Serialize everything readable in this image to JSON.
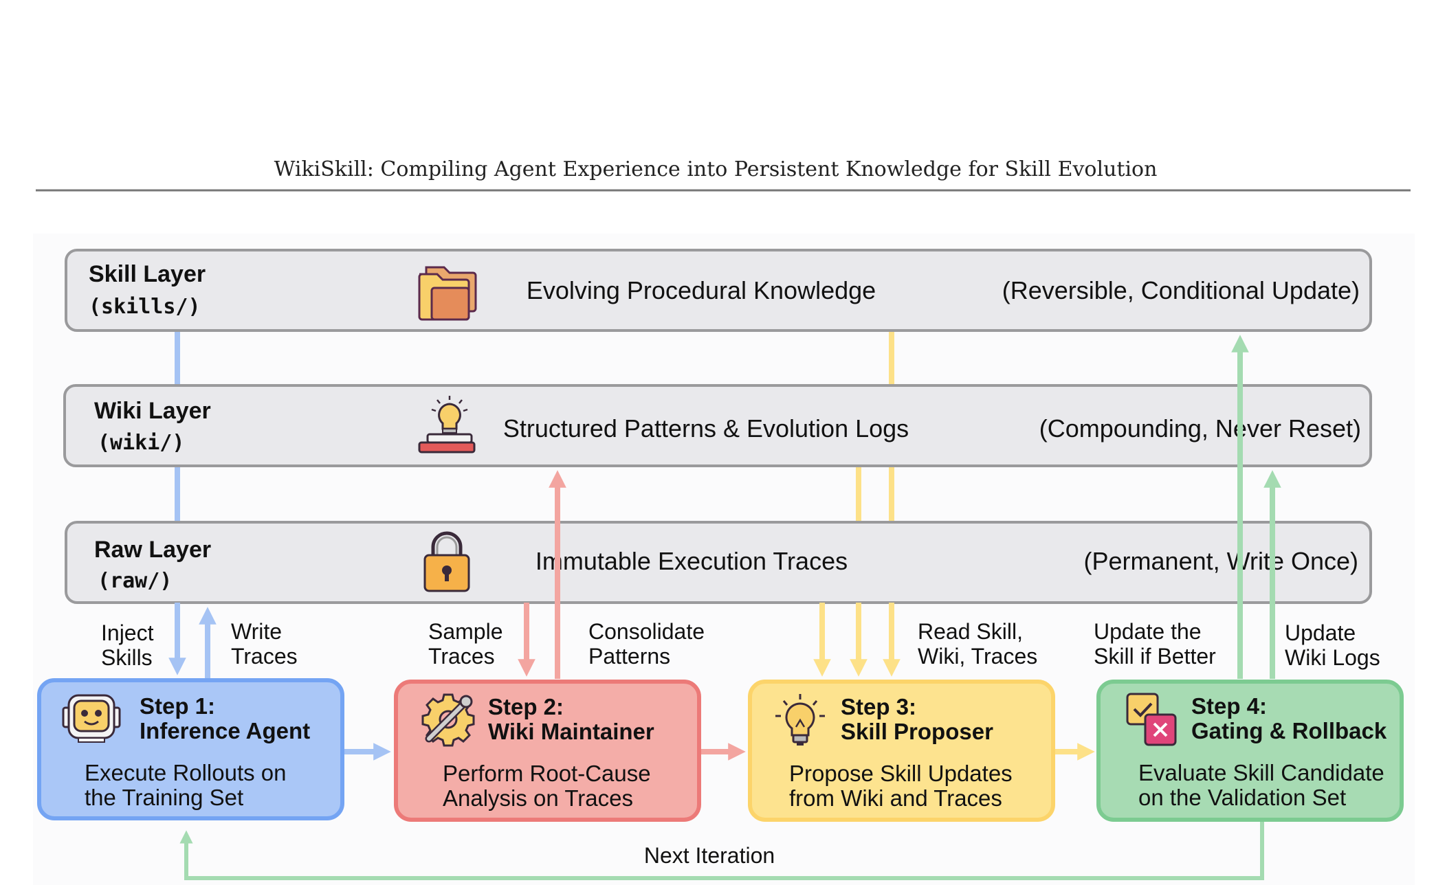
{
  "header": {
    "title": "WikiSkill: Compiling Agent Experience into Persistent Knowledge for Skill Evolution"
  },
  "layers": {
    "skill": {
      "name": "Skill Layer",
      "dir": "(skills/)",
      "description": "Evolving Procedural Knowledge",
      "property": "(Reversible, Conditional Update)",
      "icon": "folder-icon"
    },
    "wiki": {
      "name": "Wiki Layer",
      "dir": "(wiki/)",
      "description": "Structured Patterns & Evolution Logs",
      "property": "(Compounding, Never Reset)",
      "icon": "lightbulb-books-icon"
    },
    "raw": {
      "name": "Raw Layer",
      "dir": "(raw/)",
      "description": "Immutable Execution Traces",
      "property": "(Permanent, Write Once)",
      "icon": "padlock-icon"
    }
  },
  "steps": {
    "s1": {
      "step": "Step 1:",
      "name": "Inference Agent",
      "desc_line1": "Execute Rollouts on",
      "desc_line2": "the Training Set",
      "icon": "robot-icon"
    },
    "s2": {
      "step": "Step 2:",
      "name": "Wiki Maintainer",
      "desc_line1": "Perform Root-Cause",
      "desc_line2": "Analysis on Traces",
      "icon": "gear-wrench-icon"
    },
    "s3": {
      "step": "Step 3:",
      "name": "Skill Proposer",
      "desc_line1": "Propose Skill Updates",
      "desc_line2": "from Wiki and Traces",
      "icon": "lightbulb-icon"
    },
    "s4": {
      "step": "Step 4:",
      "name": "Gating & Rollback",
      "desc_line1": "Evaluate Skill Candidate",
      "desc_line2": "on the Validation Set",
      "icon": "checkbox-cross-icon"
    }
  },
  "edge_labels": {
    "inject_1": "Inject",
    "inject_2": "Skills",
    "write_1": "Write",
    "write_2": "Traces",
    "sample_1": "Sample",
    "sample_2": "Traces",
    "consolidate_1": "Consolidate",
    "consolidate_2": "Patterns",
    "read_1": "Read Skill,",
    "read_2": "Wiki, Traces",
    "update_skill_1": "Update the",
    "update_skill_2": "Skill if Better",
    "update_wiki_1": "Update",
    "update_wiki_2": "Wiki Logs",
    "next_iteration": "Next Iteration"
  },
  "colors": {
    "blue_stroke": "#74a4f3",
    "blue_fill": "#aac7f7",
    "blue_arrow": "#a5c3f4",
    "red_stroke": "#ec7a78",
    "red_fill": "#f4ada8",
    "red_arrow": "#f3a5a0",
    "yellow_stroke": "#fcd46a",
    "yellow_fill": "#fde38f",
    "yellow_arrow": "#fde188",
    "green_stroke": "#7ccb91",
    "green_fill": "#a7dbb3",
    "green_arrow": "#a4dbb1",
    "layer_fill": "#e9e9ec",
    "layer_stroke": "#9a9a9c"
  }
}
